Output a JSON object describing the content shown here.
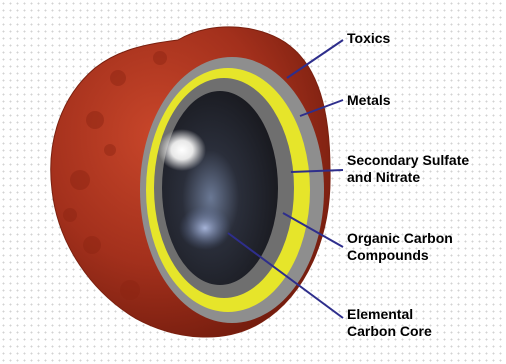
{
  "labels": {
    "toxics": "Toxics",
    "metals": "Metals",
    "sulfate_line1": "Secondary Sulfate",
    "sulfate_line2": "and Nitrate",
    "organic_line1": "Organic Carbon",
    "organic_line2": "Compounds",
    "core_line1": "Elemental",
    "core_line2": "Carbon Core"
  },
  "colors": {
    "outer_shell": "#a3301c",
    "metals_layer": "#8e8e8e",
    "sulfate_layer": "#e6e52a",
    "organic_layer": "#6f6f6f",
    "core": "#1c1c20",
    "leader_line": "#2e2e8c"
  }
}
